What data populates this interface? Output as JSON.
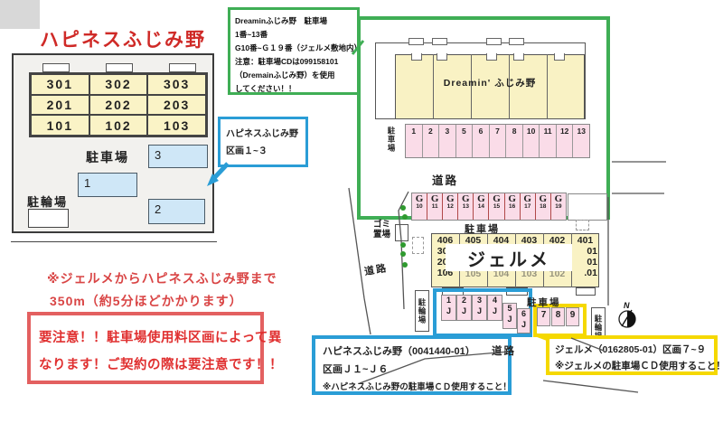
{
  "title": "ハピネスふじみ野",
  "left_diagram": {
    "rooms": [
      "301",
      "302",
      "303",
      "201",
      "202",
      "203",
      "101",
      "102",
      "103"
    ],
    "parking_label": "駐車場",
    "bike_label": "駐輪場",
    "spot1": "1",
    "spot2": "2",
    "spot3": "3"
  },
  "green_note": {
    "lines": [
      "Dreaminふじみ野　駐車場",
      "1番~13番",
      "G10番~Ｇ１９番（ジェルメ敷地内）",
      "注意：駐車場CDは099158101",
      "（Dremainふじみ野）を使用",
      "してください！！"
    ]
  },
  "blue_note": {
    "line1": "ハピネスふじみ野",
    "line2": "区画１~３"
  },
  "distance_note": {
    "line1": "※ジェルメからハピネスふじみ野まで",
    "line2": "350m（約5分ほどかかります）"
  },
  "warning": {
    "line1": "要注意！！駐車場使用料区画によって異",
    "line2": "なります！ご契約の際は要注意です！！"
  },
  "map": {
    "dreamin_label": "Dreamin' ふじみ野",
    "parking_vertical": "駐車場",
    "front_spots": [
      "1",
      "2",
      "3",
      "5",
      "6",
      "7",
      "8",
      "10",
      "11",
      "12",
      "13"
    ],
    "road1": "道路",
    "g_letter": "G",
    "g_numbers": [
      "10",
      "11",
      "12",
      "13",
      "14",
      "15",
      "16",
      "17",
      "18",
      "19"
    ],
    "trash_line1": "ゴミ",
    "trash_line2": "置場",
    "road2": "道路",
    "jerme_parking_label": "駐車場",
    "jerme_name": "ジェルメ",
    "jerme_top_row": [
      "406",
      "405",
      "404",
      "403",
      "402",
      "401"
    ],
    "jerme_left_col": [
      "306",
      "206",
      "106"
    ],
    "jerme_right_col": [
      "01",
      "01",
      ".01"
    ],
    "jerme_bottom_row": [
      "105",
      "104",
      "103",
      "102"
    ],
    "bike_left": "駐輪場",
    "j_letter": "J",
    "j_numbers": [
      "1",
      "2",
      "3",
      "4",
      "5",
      "6"
    ],
    "parking_label2": "駐車場",
    "spots_789": [
      "7",
      "8",
      "9"
    ],
    "bike_right": "駐輪場",
    "compass_n": "N",
    "road3": "道路"
  },
  "blue_box": {
    "line1": "ハピネスふじみ野（0041440-01）",
    "line2": "区画Ｊ１~Ｊ６",
    "line3": "※ハピネスふじみ野の駐車場ＣＤ使用すること！"
  },
  "yellow_box": {
    "line1": "ジェルメ（0162805-01）区画７~９",
    "line2": "※ジェルメの駐車場ＣＤ使用すること！"
  },
  "colors": {
    "green": "#3fae55",
    "blue": "#2a9dd6",
    "yellow": "#f5d800",
    "red_border": "#e36060",
    "red_text": "#e03030",
    "title_red": "#cf2a27",
    "room_yellow": "#f9f2c4",
    "spot_pink": "#fadce8",
    "spot_blue": "#cfe7f7"
  }
}
